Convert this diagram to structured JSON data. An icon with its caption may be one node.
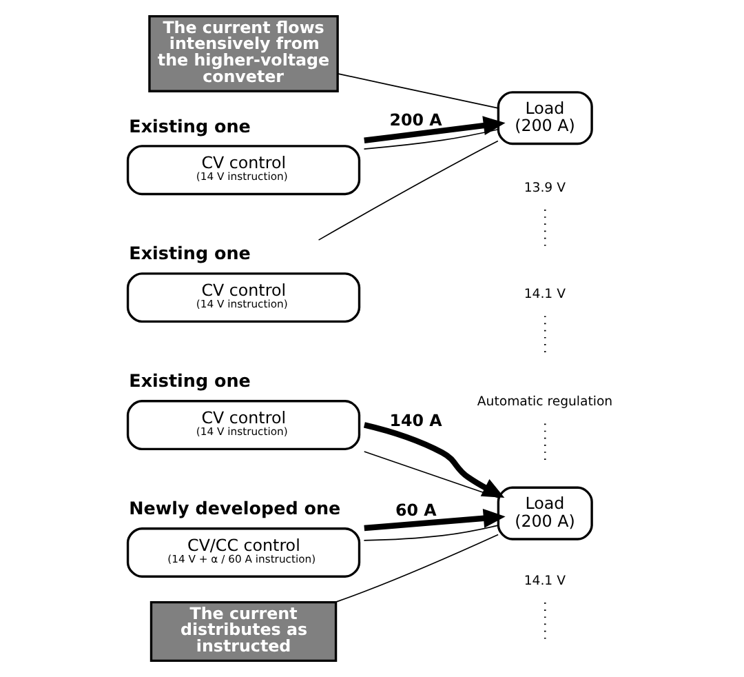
{
  "diagram": {
    "nodes": [
      {
        "text": [
          "Existing one",
          "CV control",
          "(14 V instruction)"
        ]
      },
      {
        "text": [
          "Existing one",
          "CV control",
          "(14 V instruction)"
        ]
      },
      {
        "text": [
          "Load",
          "(200 A)"
        ]
      },
      {
        "text": [
          "The current flows intensively from the higher-voltage conveter"
        ]
      },
      {
        "text": [
          "14.1 V"
        ]
      },
      {
        "text": [
          "13.9 V"
        ]
      },
      {
        "text": [
          "Existing one",
          "CV control",
          "(14 V instruction)"
        ]
      },
      {
        "text": [
          "Newly developed one",
          "CV/CC control",
          "(14 V + α / 60 A instruction)"
        ]
      },
      {
        "text": [
          "Load",
          "(200 A)"
        ]
      },
      {
        "text": [
          "The current distributes as instructed"
        ]
      },
      {
        "text": [
          "14.1 V"
        ]
      },
      {
        "text": [
          "Automatic regulation"
        ]
      }
    ],
    "edges": [
      {
        "from": 0,
        "to": 2,
        "arrow": "none"
      },
      {
        "from": 0,
        "to": 2,
        "arrow": "to",
        "style": "thick",
        "label": "200 A"
      },
      {
        "from": 1,
        "to": 2,
        "arrow": "none"
      },
      {
        "from": 3,
        "to": 2,
        "arrow": "none"
      },
      {
        "from": 4,
        "to": null,
        "arrow": "none",
        "style": "dashed"
      },
      {
        "from": 5,
        "to": null,
        "arrow": "none",
        "style": "dashed"
      },
      {
        "from": 6,
        "to": 8,
        "arrow": "none"
      },
      {
        "from": 6,
        "to": 8,
        "arrow": "to",
        "style": "thick",
        "label": "140 A"
      },
      {
        "from": 7,
        "to": 8,
        "arrow": "none"
      },
      {
        "from": 7,
        "to": 8,
        "arrow": "to",
        "style": "thick",
        "label": "60 A"
      },
      {
        "from": 9,
        "to": 8,
        "arrow": "none"
      },
      {
        "from": 10,
        "to": null,
        "arrow": "none",
        "style": "dashed"
      },
      {
        "from": 11,
        "to": null,
        "arrow": "none",
        "style": "dashed"
      }
    ]
  }
}
